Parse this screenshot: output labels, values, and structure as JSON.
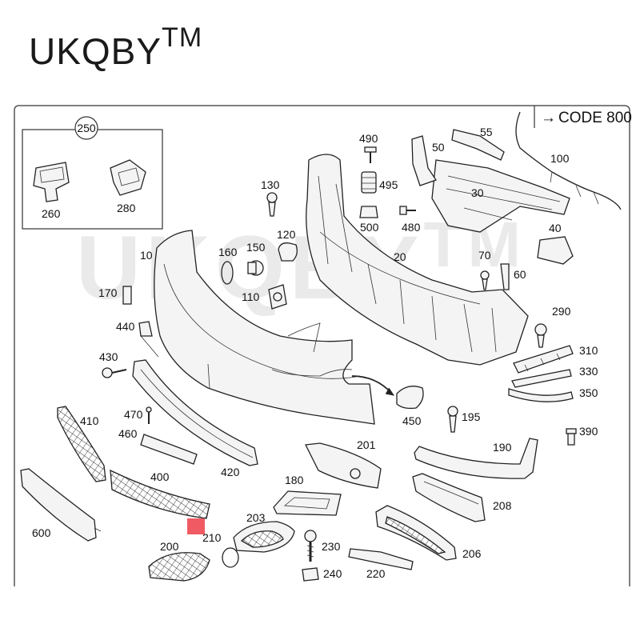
{
  "brand": {
    "name": "UKQBY",
    "tm": "TM"
  },
  "watermark": {
    "name": "UKQBY",
    "tm": "TM"
  },
  "code_note": {
    "arrow": "→",
    "text": "CODE 800"
  },
  "labels": {
    "p10": "10",
    "p20": "20",
    "p30": "30",
    "p40": "40",
    "p50": "50",
    "p55": "55",
    "p60": "60",
    "p70": "70",
    "p100": "100",
    "p110": "110",
    "p120": "120",
    "p130": "130",
    "p150": "150",
    "p160": "160",
    "p170": "170",
    "p180": "180",
    "p190": "190",
    "p195": "195",
    "p200": "200",
    "p201": "201",
    "p203": "203",
    "p206": "206",
    "p208": "208",
    "p210": "210",
    "p220": "220",
    "p230": "230",
    "p240": "240",
    "p250": "250",
    "p260": "260",
    "p280": "280",
    "p290": "290",
    "p310": "310",
    "p330": "330",
    "p350": "350",
    "p390": "390",
    "p400": "400",
    "p410": "410",
    "p420": "420",
    "p430": "430",
    "p440": "440",
    "p450": "450",
    "p460": "460",
    "p470": "470",
    "p480": "480",
    "p490": "490",
    "p495": "495",
    "p500": "500",
    "p600": "600"
  },
  "colors": {
    "highlight": "#f05a63",
    "line": "#222222",
    "frame": "#555555"
  }
}
